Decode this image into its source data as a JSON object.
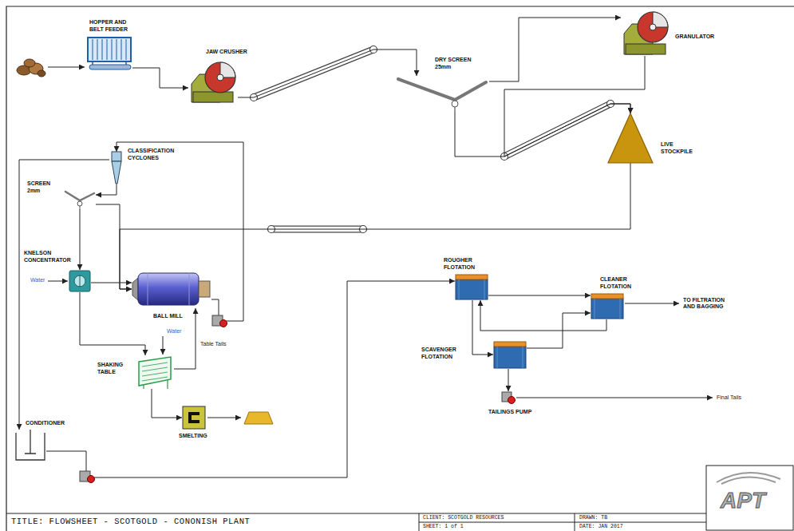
{
  "diagram": {
    "title": "TITLE: FLOWSHEET - SCOTGOLD - CONONISH PLANT",
    "nodes": [
      {
        "text": [
          "HOPPER AND BELT FEEDER"
        ]
      },
      {
        "text": [
          "JAW CRUSHER"
        ]
      },
      {
        "text": [
          "DRY SCREEN 25mm"
        ]
      },
      {
        "text": [
          "GRANULATOR"
        ]
      },
      {
        "text": [
          "LIVE STOCKPILE"
        ]
      },
      {
        "text": [
          "CLASSIFICATION CYCLONES"
        ]
      },
      {
        "text": [
          "SCREEN 2mm"
        ]
      },
      {
        "text": [
          "KNELSON CONCENTRATOR"
        ]
      },
      {
        "text": [
          "BALL MILL"
        ]
      },
      {
        "text": [
          "SHAKING TABLE"
        ]
      },
      {
        "text": [
          "SMELTING"
        ]
      },
      {
        "text": [
          "CONDITIONER"
        ]
      },
      {
        "text": [
          "ROUGHER FLOTATION"
        ]
      },
      {
        "text": [
          "CLEANER FLOTATION"
        ]
      },
      {
        "text": [
          "SCAVENGER FLOTATION"
        ]
      },
      {
        "text": [
          "TAILINGS PUMP"
        ]
      }
    ],
    "edges": [
      {
        "from": 0,
        "to": 1,
        "arrow": "to"
      },
      {
        "from": 1,
        "to": 2,
        "arrow": "to"
      },
      {
        "from": 2,
        "to": 3,
        "arrow": "to"
      },
      {
        "from": 2,
        "to": 4,
        "arrow": "to"
      },
      {
        "from": 3,
        "to": 4,
        "arrow": "to"
      },
      {
        "from": 4,
        "to": 8,
        "arrow": "to"
      },
      {
        "from": 8,
        "to": 5,
        "arrow": "to"
      },
      {
        "from": 5,
        "to": 6,
        "arrow": "to"
      },
      {
        "from": 5,
        "to": 11,
        "arrow": "to"
      },
      {
        "from": 6,
        "to": 7,
        "arrow": "to"
      },
      {
        "from": 6,
        "to": 8,
        "arrow": "to"
      },
      {
        "from": 7,
        "to": 8,
        "arrow": "to"
      },
      {
        "from": 7,
        "to": 9,
        "arrow": "to"
      },
      {
        "from": 9,
        "to": 8,
        "label": "Table Tails",
        "arrow": "to"
      },
      {
        "from": 9,
        "to": 10,
        "arrow": "to"
      },
      {
        "from": 11,
        "to": 12,
        "arrow": "to"
      },
      {
        "from": 12,
        "to": 13,
        "arrow": "to"
      },
      {
        "from": 12,
        "to": 14,
        "arrow": "to"
      },
      {
        "from": 13,
        "to": 12,
        "arrow": "to"
      },
      {
        "from": 14,
        "to": 13,
        "arrow": "to"
      },
      {
        "from": 14,
        "to": 15,
        "arrow": "to"
      }
    ],
    "labels": [
      "Water",
      "Water",
      "TO FILTRATION AND BAGGING",
      "Final Tails",
      "CLIENT: SCOTGOLD RESOURCES",
      "SHEET: 1 of 1",
      "DRAWN: TB",
      "DATE: JAN 2017",
      "APT"
    ]
  }
}
